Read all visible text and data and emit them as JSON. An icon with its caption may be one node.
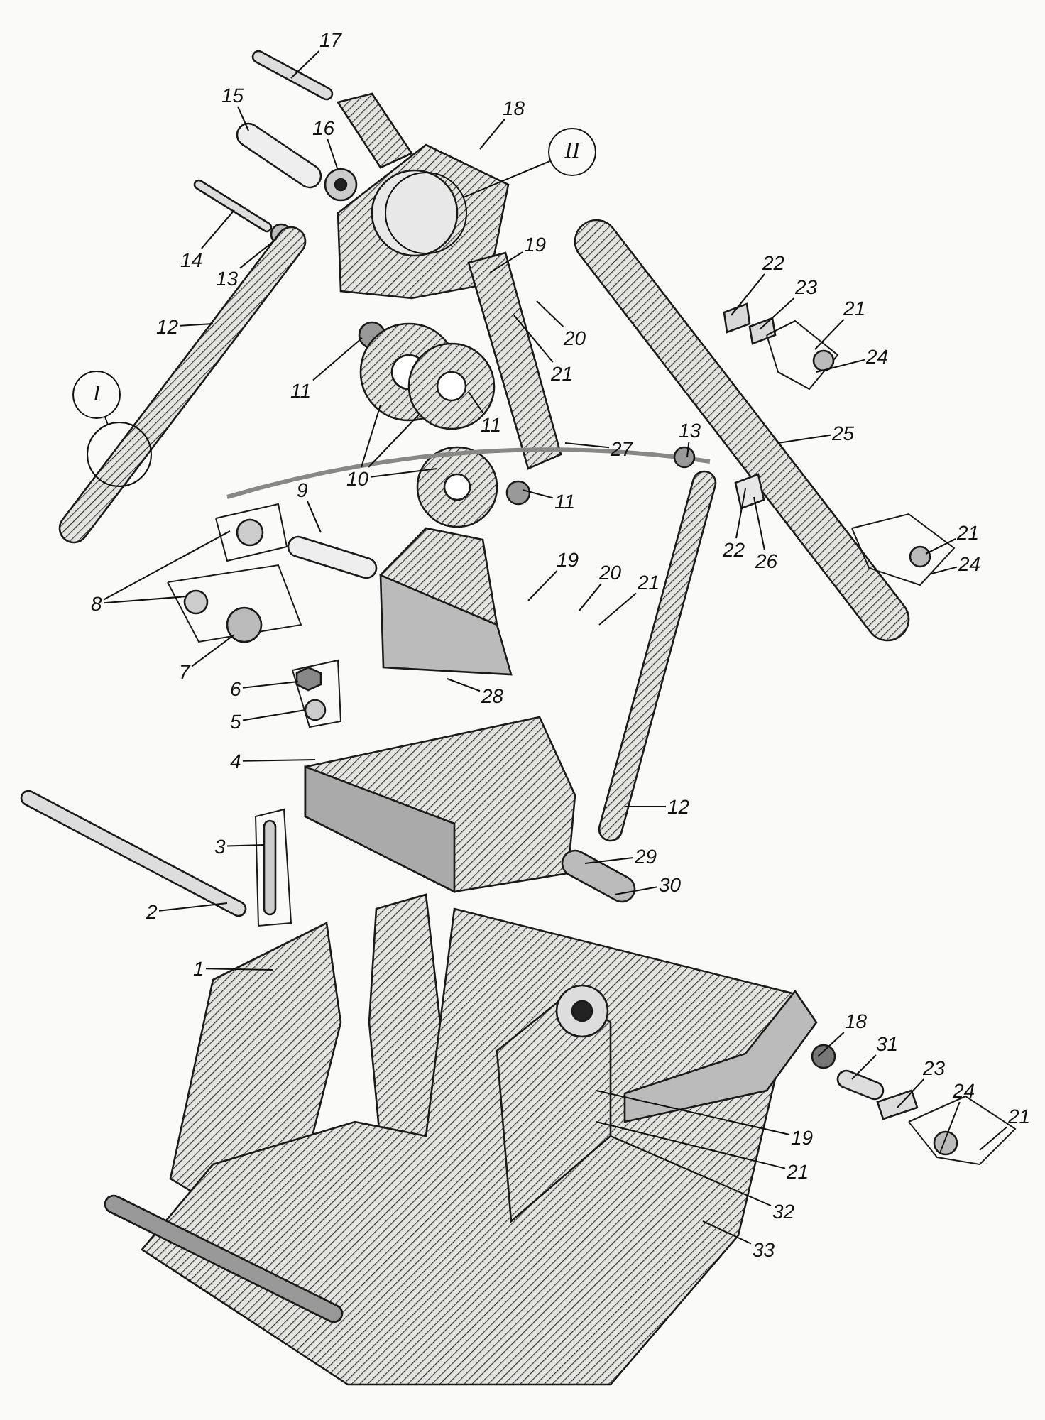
{
  "diagram": {
    "nodes": [
      {
        "text": [
          "17"
        ]
      },
      {
        "text": [
          "18"
        ]
      },
      {
        "text": [
          "15"
        ]
      },
      {
        "text": [
          "16"
        ]
      },
      {
        "text": [
          "II"
        ]
      },
      {
        "text": [],
        "shape": "circle"
      },
      {
        "text": [
          "14"
        ]
      },
      {
        "text": [
          "13"
        ]
      },
      {
        "text": [
          "19"
        ]
      },
      {
        "text": [
          "22"
        ]
      },
      {
        "text": [
          "23"
        ]
      },
      {
        "text": [
          "20"
        ]
      },
      {
        "text": [
          "21"
        ]
      },
      {
        "text": [
          "21"
        ]
      },
      {
        "text": [
          "24"
        ]
      },
      {
        "text": [
          "12"
        ]
      },
      {
        "text": [
          "11"
        ]
      },
      {
        "text": [
          "I"
        ]
      },
      {
        "text": [
          "11"
        ]
      },
      {
        "text": [
          "13"
        ]
      },
      {
        "text": [
          "25"
        ]
      },
      {
        "text": [
          "27"
        ]
      },
      {
        "text": [],
        "shape": "circle"
      },
      {
        "text": [
          "10"
        ]
      },
      {
        "text": [
          "9"
        ]
      },
      {
        "text": [
          "11"
        ]
      },
      {
        "text": [
          "21"
        ]
      },
      {
        "text": [
          "22"
        ]
      },
      {
        "text": [
          "19"
        ]
      },
      {
        "text": [
          "24"
        ]
      },
      {
        "text": [
          "26"
        ]
      },
      {
        "text": [
          "20"
        ]
      },
      {
        "text": [
          "21"
        ]
      },
      {
        "text": [
          "8"
        ]
      },
      {
        "text": [
          "7"
        ]
      },
      {
        "text": [
          "6"
        ]
      },
      {
        "text": [
          "28"
        ]
      },
      {
        "text": [
          "5"
        ]
      },
      {
        "text": [
          "4"
        ]
      },
      {
        "text": [
          "12"
        ]
      },
      {
        "text": [
          "3"
        ]
      },
      {
        "text": [
          "29"
        ]
      },
      {
        "text": [
          "30"
        ]
      },
      {
        "text": [
          "2"
        ]
      },
      {
        "text": [
          "1"
        ]
      },
      {
        "text": [
          "18"
        ]
      },
      {
        "text": [
          "31"
        ]
      },
      {
        "text": [
          "23"
        ]
      },
      {
        "text": [
          "24"
        ]
      },
      {
        "text": [
          "21"
        ]
      },
      {
        "text": [
          "19"
        ]
      },
      {
        "text": [
          "21"
        ]
      },
      {
        "text": [
          "32"
        ]
      },
      {
        "text": [
          "33"
        ]
      }
    ],
    "edges": [
      {
        "from": 0,
        "to": null,
        "arrow": "none"
      },
      {
        "from": 1,
        "to": null,
        "arrow": "none"
      },
      {
        "from": 2,
        "to": null,
        "arrow": "none"
      },
      {
        "from": 3,
        "to": null,
        "arrow": "none"
      },
      {
        "from": 4,
        "to": 5,
        "arrow": "none"
      },
      {
        "from": 6,
        "to": null,
        "arrow": "none"
      },
      {
        "from": 7,
        "to": null,
        "arrow": "none"
      },
      {
        "from": 8,
        "to": null,
        "arrow": "none"
      },
      {
        "from": 9,
        "to": null,
        "arrow": "none"
      },
      {
        "from": 10,
        "to": null,
        "arrow": "none"
      },
      {
        "from": 11,
        "to": null,
        "arrow": "none"
      },
      {
        "from": 12,
        "to": null,
        "arrow": "none"
      },
      {
        "from": 13,
        "to": null,
        "arrow": "none"
      },
      {
        "from": 14,
        "to": null,
        "arrow": "none"
      },
      {
        "from": 15,
        "to": null,
        "arrow": "none"
      },
      {
        "from": 16,
        "to": null,
        "arrow": "none"
      },
      {
        "from": 17,
        "to": 22,
        "arrow": "none"
      },
      {
        "from": 18,
        "to": null,
        "arrow": "none"
      },
      {
        "from": 19,
        "to": null,
        "arrow": "none"
      },
      {
        "from": 20,
        "to": null,
        "arrow": "none"
      },
      {
        "from": 21,
        "to": null,
        "arrow": "none"
      },
      {
        "from": 23,
        "to": null,
        "arrow": "none"
      },
      {
        "from": 23,
        "to": null,
        "arrow": "none"
      },
      {
        "from": 23,
        "to": null,
        "arrow": "none"
      },
      {
        "from": 24,
        "to": null,
        "arrow": "none"
      },
      {
        "from": 25,
        "to": null,
        "arrow": "none"
      },
      {
        "from": 26,
        "to": null,
        "arrow": "none"
      },
      {
        "from": 27,
        "to": null,
        "arrow": "none"
      },
      {
        "from": 28,
        "to": null,
        "arrow": "none"
      },
      {
        "from": 29,
        "to": null,
        "arrow": "none"
      },
      {
        "from": 30,
        "to": null,
        "arrow": "none"
      },
      {
        "from": 31,
        "to": null,
        "arrow": "none"
      },
      {
        "from": 32,
        "to": null,
        "arrow": "none"
      },
      {
        "from": 33,
        "to": null,
        "arrow": "none"
      },
      {
        "from": 33,
        "to": null,
        "arrow": "none"
      },
      {
        "from": 34,
        "to": null,
        "arrow": "none"
      },
      {
        "from": 35,
        "to": null,
        "arrow": "none"
      },
      {
        "from": 36,
        "to": null,
        "arrow": "none"
      },
      {
        "from": 37,
        "to": null,
        "arrow": "none"
      },
      {
        "from": 38,
        "to": null,
        "arrow": "none"
      },
      {
        "from": 39,
        "to": null,
        "arrow": "none"
      },
      {
        "from": 40,
        "to": null,
        "arrow": "none"
      },
      {
        "from": 41,
        "to": null,
        "arrow": "none"
      },
      {
        "from": 42,
        "to": null,
        "arrow": "none"
      },
      {
        "from": 43,
        "to": null,
        "arrow": "none"
      },
      {
        "from": 44,
        "to": null,
        "arrow": "none"
      },
      {
        "from": 45,
        "to": null,
        "arrow": "none"
      },
      {
        "from": 46,
        "to": null,
        "arrow": "none"
      },
      {
        "from": 47,
        "to": null,
        "arrow": "none"
      },
      {
        "from": 48,
        "to": null,
        "arrow": "none"
      },
      {
        "from": 49,
        "to": null,
        "arrow": "none"
      },
      {
        "from": 50,
        "to": null,
        "arrow": "none"
      },
      {
        "from": 51,
        "to": null,
        "arrow": "none"
      },
      {
        "from": 52,
        "to": null,
        "arrow": "none"
      },
      {
        "from": 53,
        "to": null,
        "arrow": "none"
      }
    ]
  }
}
